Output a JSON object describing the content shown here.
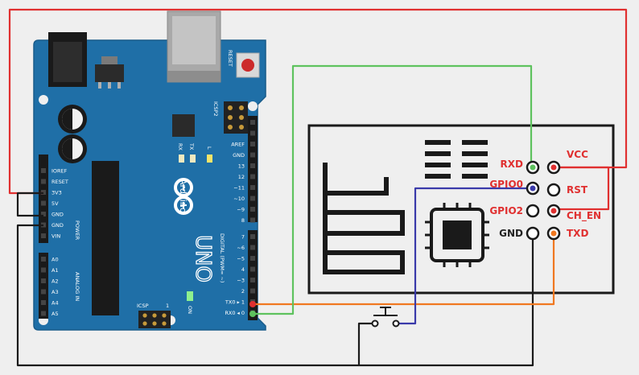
{
  "board": {
    "brand": "Arduino",
    "model": "UNO",
    "reset_label": "RESET",
    "icsp2_label": "ICSP2",
    "icsp_label": "ICSP",
    "on_label": "ON",
    "led_tx": "TX",
    "led_rx": "RX",
    "led_l": "L",
    "digital_label": "DIGITAL (PWM= ~)",
    "power_label": "POWER",
    "analog_label": "ANALOG IN",
    "icsp_pin1": "1",
    "power_pins": [
      "IOREF",
      "RESET",
      "3V3",
      "5V",
      "GND",
      "GND",
      "VIN"
    ],
    "analog_pins": [
      "A0",
      "A1",
      "A2",
      "A3",
      "A4",
      "A5"
    ],
    "digital_top_pins": [
      "AREF",
      "GND",
      "13",
      "12",
      "~11",
      "~10",
      "~9",
      "8"
    ],
    "digital_bottom_pins": [
      "7",
      "~6",
      "~5",
      "4",
      "~3",
      "2",
      "TX0 ▸ 1",
      "RX0 ◂ 0"
    ]
  },
  "module": {
    "left_pins": [
      {
        "label": "RXD",
        "color": "#e03030"
      },
      {
        "label": "GPIO0",
        "color": "#e03030"
      },
      {
        "label": "GPIO2",
        "color": "#e03030"
      },
      {
        "label": "GND",
        "color": "#222222"
      }
    ],
    "right_pins": [
      {
        "label": "VCC",
        "color": "#e03030"
      },
      {
        "label": "RST",
        "color": "#e03030"
      },
      {
        "label": "CH_EN",
        "color": "#e03030"
      },
      {
        "label": "TXD",
        "color": "#e03030"
      }
    ]
  },
  "wire_colors": {
    "power": "#e03030",
    "ground": "#1a1a1a",
    "tx_rx": "#f07820",
    "rx_tx": "#5ec25e",
    "gpio0": "#3a3aaa"
  },
  "board_color": "#1f6fa7"
}
